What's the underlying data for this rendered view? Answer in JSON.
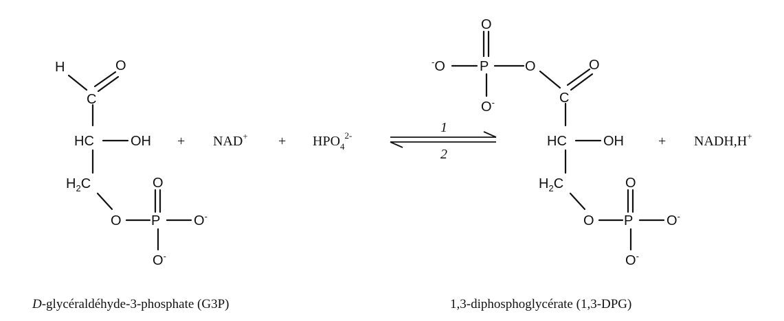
{
  "reaction": {
    "reactant1": {
      "atoms": {
        "h": "H",
        "o_top": "O",
        "c1": "C",
        "hc": "HC",
        "oh": "OH",
        "h2c_h": "H",
        "h2c_2": "2",
        "h2c_c": "C",
        "o_ester": "O",
        "p": "P",
        "o_top2": "O",
        "o_right": "O",
        "o_bottom": "O",
        "minus": "-"
      },
      "caption_italic": "D",
      "caption_rest": "-glycéraldéhyde-3-phosphate (G3P)"
    },
    "plus": "+",
    "nad": {
      "base": "NAD",
      "charge": "+"
    },
    "phosphate": {
      "base": "HPO",
      "sub": "4",
      "charge": "2-"
    },
    "arrow": {
      "forward_label": "1",
      "reverse_label": "2"
    },
    "product1": {
      "atoms": {
        "o_top": "O",
        "o_left": "O",
        "minus": "-",
        "p": "P",
        "o_bottom": "O",
        "o_bridge": "O",
        "o_carbonyl": "O",
        "c1": "C",
        "hc": "HC",
        "oh": "OH",
        "h2c_h": "H",
        "h2c_2": "2",
        "h2c_c": "C",
        "o_ester": "O",
        "p2": "P",
        "o_top2": "O",
        "o_right2": "O",
        "o_bottom2": "O"
      },
      "caption": "1,3-diphosphoglycérate (1,3-DPG)"
    },
    "nadh": {
      "base": "NADH,H",
      "charge": "+"
    }
  }
}
